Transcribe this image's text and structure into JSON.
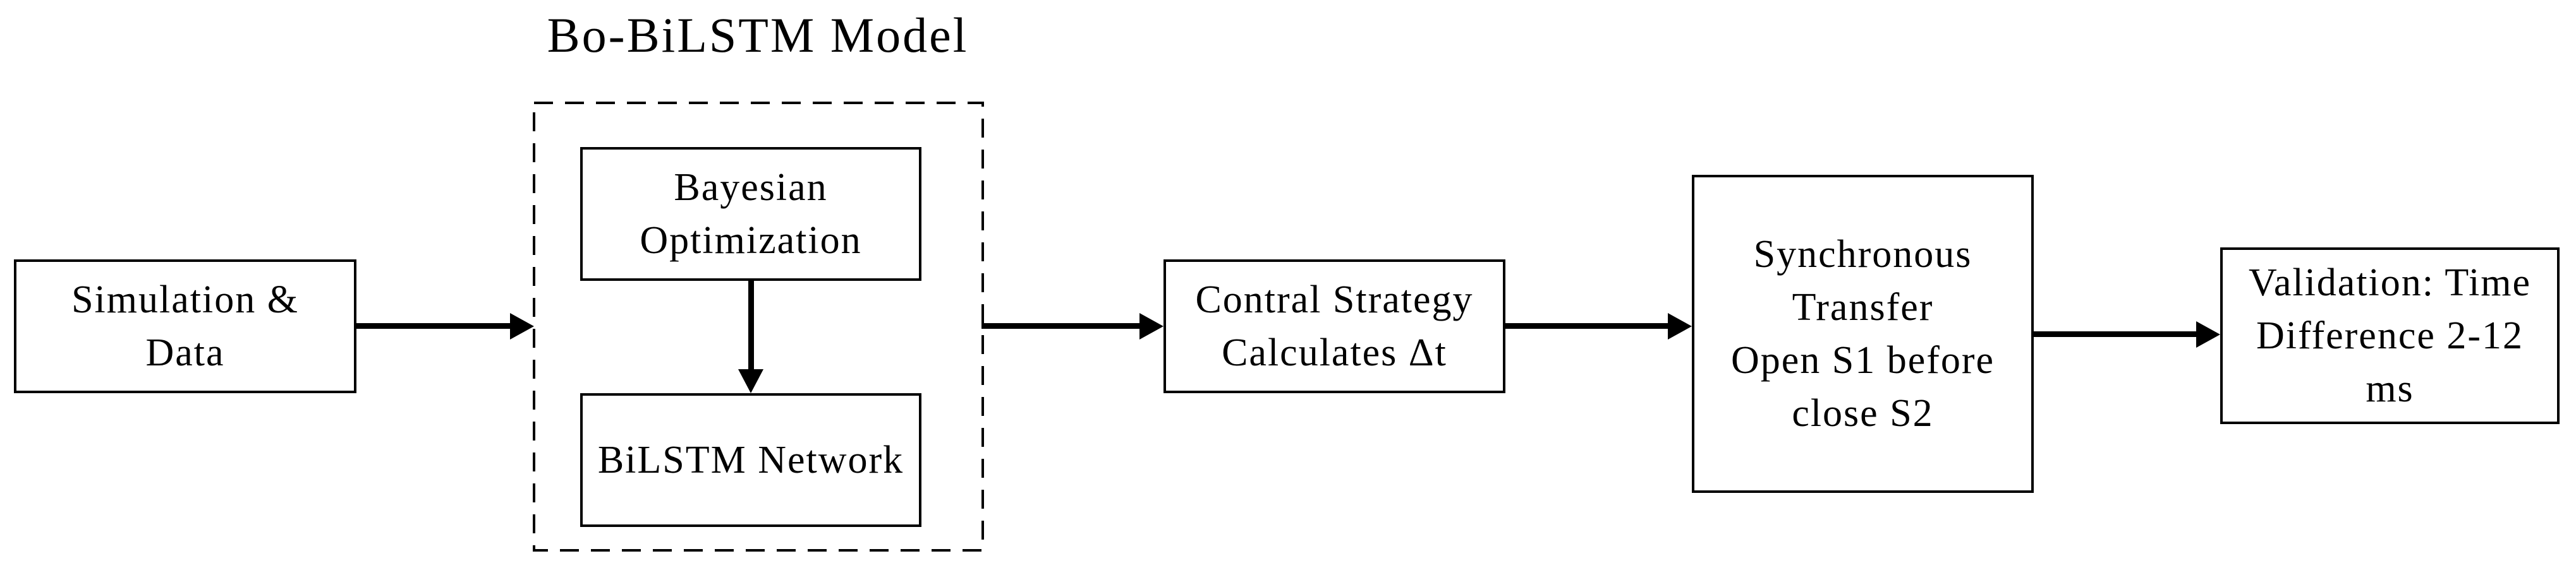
{
  "figure": {
    "background": "#ffffff",
    "ink": "#000000",
    "title": "Bo-BiLSTM Model",
    "nodes": {
      "simulation": {
        "lines": [
          "Simulation &",
          "Data"
        ]
      },
      "bayesian": {
        "lines": [
          "Bayesian",
          "Optimization"
        ]
      },
      "bilstm": {
        "lines": [
          "BiLSTM Network"
        ]
      },
      "contral": {
        "lines": [
          "Contral Strategy",
          "Calculates Δt"
        ]
      },
      "synchronous": {
        "lines": [
          "Synchronous",
          "Transfer",
          "Open S1 before",
          "close S2"
        ]
      },
      "validation": {
        "lines": [
          "Validation: Time",
          "Difference 2-12",
          "ms"
        ]
      }
    },
    "connections": [
      {
        "from": "Simulation & Data",
        "to": "Bo-BiLSTM Model"
      },
      {
        "from": "Bayesian Optimization",
        "to": "BiLSTM Network"
      },
      {
        "from": "Bo-BiLSTM Model",
        "to": "Contral Strategy Calculates Δt"
      },
      {
        "from": "Contral Strategy Calculates Δt",
        "to": "Synchronous Transfer Open S1 before close S2"
      },
      {
        "from": "Synchronous Transfer Open S1 before close S2",
        "to": "Validation: Time Difference 2-12 ms"
      }
    ]
  }
}
